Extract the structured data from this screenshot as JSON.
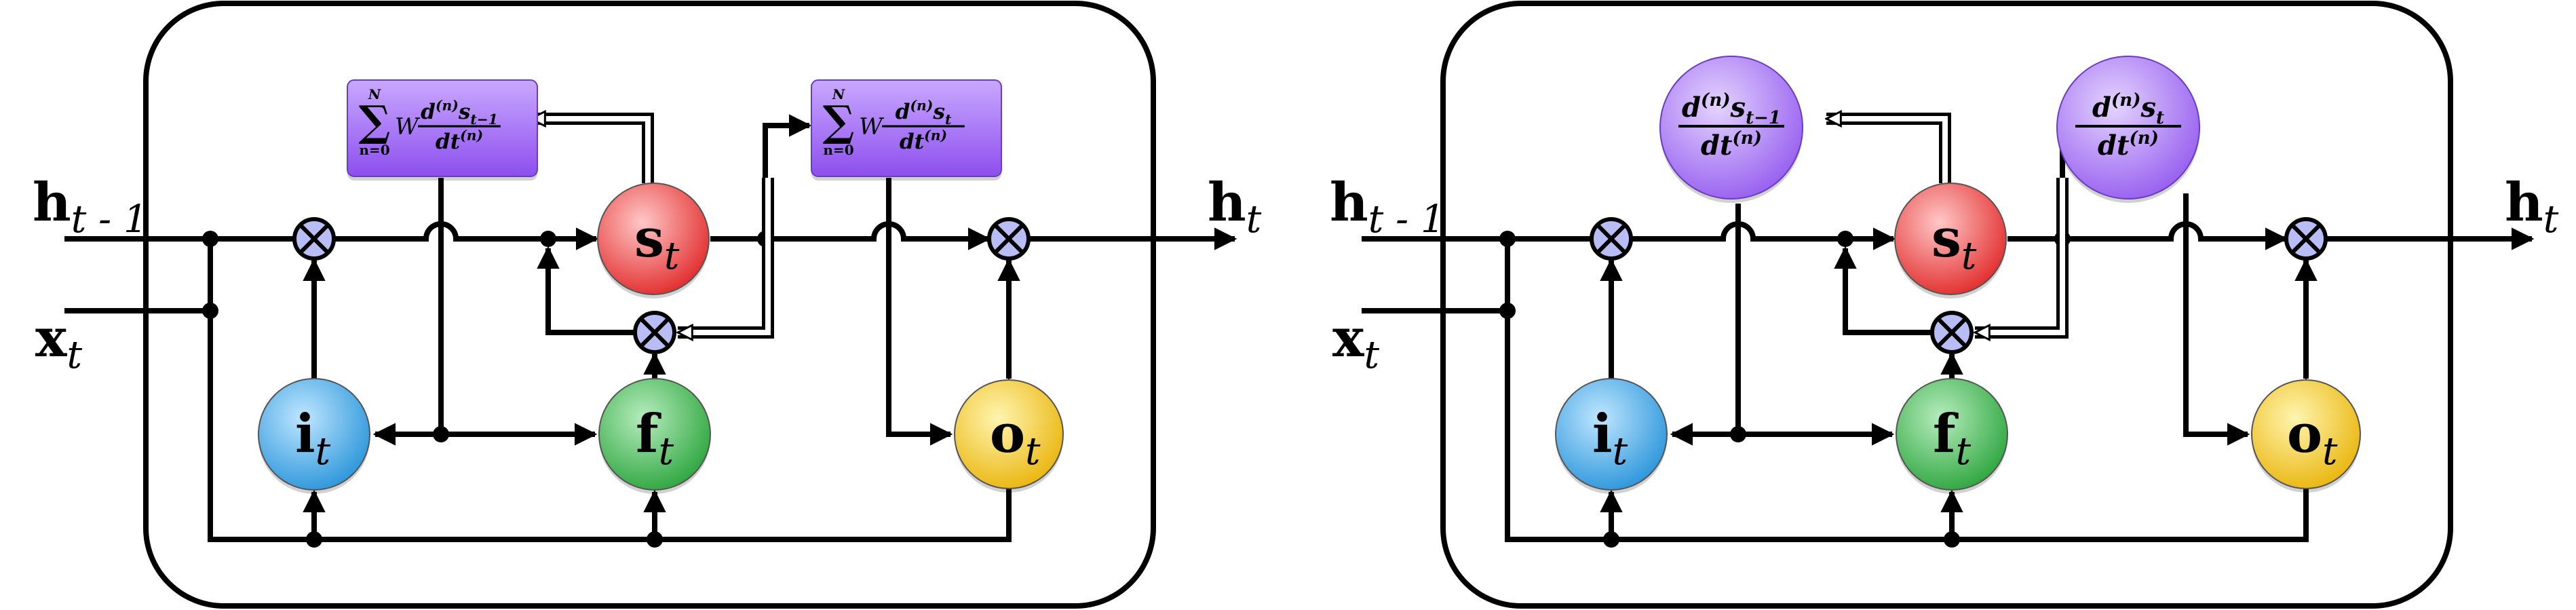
{
  "colors": {
    "gate_i": "#3aa9e6",
    "gate_f": "#39b54a",
    "gate_o": "#f2c21b",
    "state_s": "#ee3b3b",
    "operator_purple": "#a36ff0",
    "multiply": "#b9bdf5"
  },
  "icons": {
    "multiply": "circled-times-icon",
    "arrow": "arrowhead-icon"
  },
  "panels": [
    {
      "operator_style": "box",
      "inputs": {
        "h_prev": "h",
        "h_prev_sub": "t - 1",
        "x": "x",
        "x_sub": "t"
      },
      "output": {
        "h": "h",
        "h_sub": "t"
      },
      "gates": {
        "i": {
          "main": "i",
          "sub": "t"
        },
        "f": {
          "main": "f",
          "sub": "t"
        },
        "o": {
          "main": "o",
          "sub": "t"
        },
        "s": {
          "main": "s",
          "sub": "t"
        }
      },
      "op_left": {
        "sum_upper": "N",
        "sum_lower": "n=0",
        "weight": "W",
        "num": "d",
        "num_sup": "(n)",
        "num_var": "s",
        "num_sub": "t−1",
        "den": "dt",
        "den_sup": "(n)"
      },
      "op_right": {
        "sum_upper": "N",
        "sum_lower": "n=0",
        "weight": "W",
        "num": "d",
        "num_sup": "(n)",
        "num_var": "s",
        "num_sub": "t",
        "den": "dt",
        "den_sup": "(n)"
      }
    },
    {
      "operator_style": "circle",
      "inputs": {
        "h_prev": "h",
        "h_prev_sub": "t - 1",
        "x": "x",
        "x_sub": "t"
      },
      "output": {
        "h": "h",
        "h_sub": "t"
      },
      "gates": {
        "i": {
          "main": "i",
          "sub": "t"
        },
        "f": {
          "main": "f",
          "sub": "t"
        },
        "o": {
          "main": "o",
          "sub": "t"
        },
        "s": {
          "main": "s",
          "sub": "t"
        }
      },
      "op_left": {
        "num": "d",
        "num_sup": "(n)",
        "num_var": "s",
        "num_sub": "t−1",
        "den": "dt",
        "den_sup": "(n)"
      },
      "op_right": {
        "num": "d",
        "num_sup": "(n)",
        "num_var": "s",
        "num_sub": "t",
        "den": "dt",
        "den_sup": "(n)"
      }
    }
  ]
}
